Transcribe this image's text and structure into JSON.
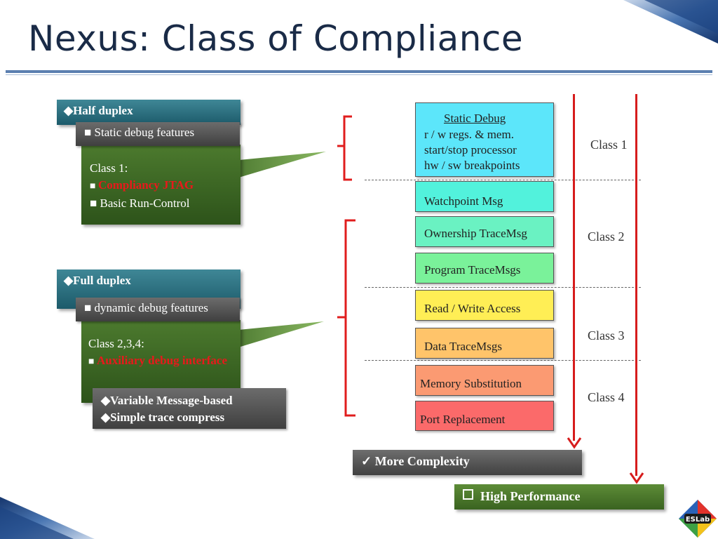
{
  "title": "Nexus: Class of Compliance",
  "colors": {
    "title_text": "#1a2b47",
    "title_rule": "#5b7fb0",
    "teal": "#2a6e7e",
    "green": "#3c6a24",
    "red_text": "#e8191b",
    "red_arrow": "#d61c1c",
    "static_debug": "#5ce6fa",
    "watchpoint": "#52f2dc",
    "ownership": "#6af2c2",
    "program": "#7af29a",
    "read_write": "#ffee55",
    "data_trace": "#ffc46a",
    "memory_sub": "#fb9a72",
    "port_repl": "#fb6a6a"
  },
  "half_duplex": {
    "header": "◆Half duplex",
    "sub_header": "■ Static debug features",
    "class_label": "Class 1:",
    "item1_marker": "■ ",
    "item1_text": "Compliancy JTAG",
    "item2": "■ Basic Run-Control"
  },
  "full_duplex": {
    "header": "◆Full duplex",
    "sub_header": "■ dynamic debug features",
    "class_label": "Class 2,3,4:",
    "item1_marker": "■ ",
    "item1_text": "Auxiliary debug interface",
    "sub_box_line1": "◆Variable Message-based",
    "sub_box_line2": "◆Simple trace compress"
  },
  "stack": {
    "static_debug_title": "Static Debug",
    "static_debug_lines": [
      "r / w regs. & mem.",
      "start/stop processor",
      "hw / sw breakpoints"
    ],
    "watchpoint": "Watchpoint Msg",
    "ownership": "Ownership TraceMsg",
    "program": "Program TraceMsgs",
    "read_write": "Read / Write Access",
    "data_trace": "Data TraceMsgs",
    "memory_sub": "Memory Substitution",
    "port_repl": "Port Replacement"
  },
  "classes": {
    "class1": "Class 1",
    "class2": "Class 2",
    "class3": "Class 3",
    "class4": "Class 4"
  },
  "bottom": {
    "more_complexity": "✓  More Complexity",
    "high_performance_icon": "checkbox-empty-icon",
    "high_performance": "High Performance"
  },
  "logo": {
    "text": "ESLab"
  }
}
